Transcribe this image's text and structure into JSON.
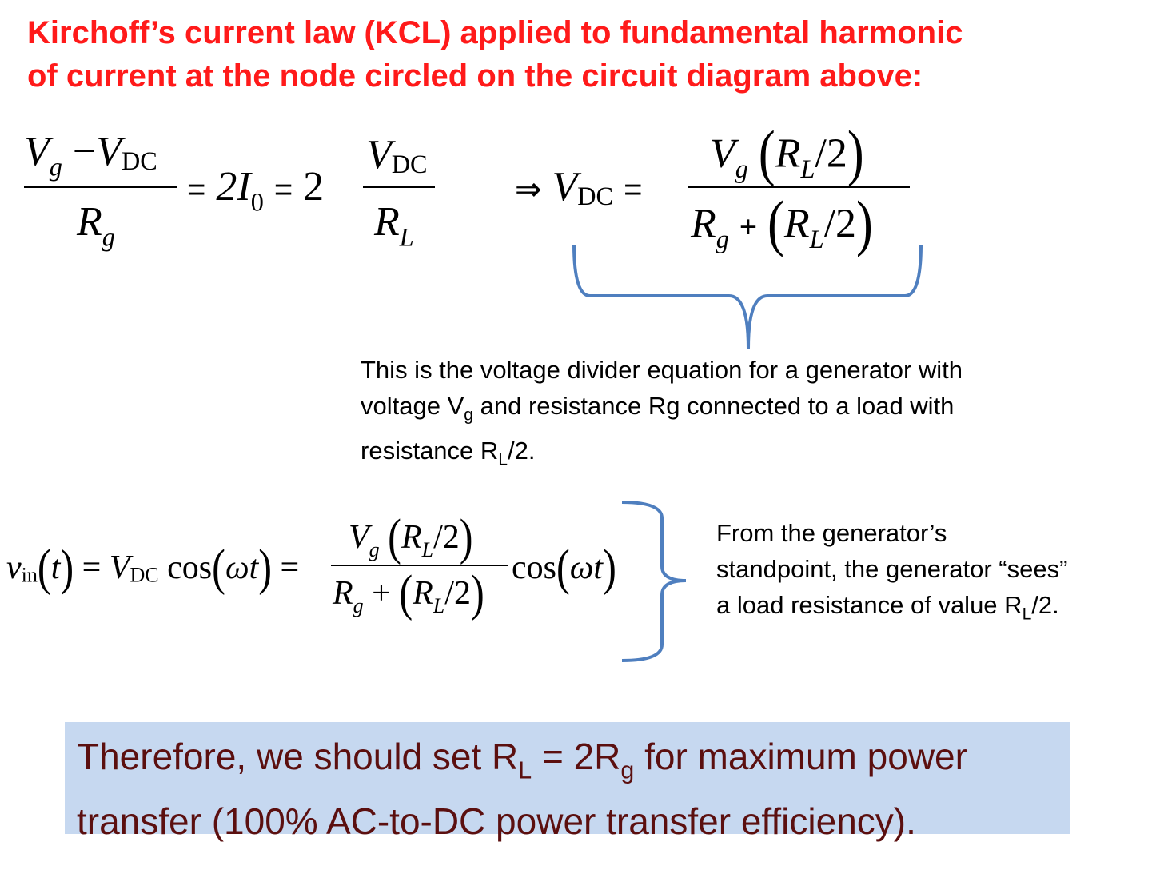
{
  "heading": "Kirchoff’s current law (KCL) applied to fundamental harmonic of current at the node circled on the circuit diagram above:",
  "eq1": {
    "V": "V",
    "g": "g",
    "minus": "−",
    "DC": "DC",
    "R": "R",
    "L": "L",
    "eq": "=",
    "two_I": "2I",
    "zero": "0",
    "two": "2",
    "implies": "⇒",
    "plus": "+",
    "half": "/2",
    "lparen": "(",
    "rparen": ")"
  },
  "note1": {
    "line1": "This is the voltage divider equation for a generator with",
    "line2_a": "voltage V",
    "line2_sub": "g",
    "line2_b": " and resistance Rg connected to a load with",
    "line3_a": "resistance R",
    "line3_sub": "L",
    "line3_b": "/2."
  },
  "eq2": {
    "v": "v",
    "in": "in",
    "t": "t",
    "cos": "cos",
    "omega_t": "ωt"
  },
  "note2": {
    "line1": "From the generator’s",
    "line2": "standpoint, the generator “sees”",
    "line3_a": "a load resistance of value R",
    "line3_sub": "L",
    "line3_b": "/2."
  },
  "conclusion": {
    "part1": "Therefore, we should set R",
    "sub1": "L",
    "part2": " = 2R",
    "sub2": "g",
    "part3": " for maximum power transfer (100% AC-to-DC power transfer efficiency)."
  },
  "colors": {
    "heading": "#ff1a1a",
    "brace": "#4f7fbf",
    "callout_bg": "#c6d8f0",
    "callout_text": "#5b0f0f"
  }
}
